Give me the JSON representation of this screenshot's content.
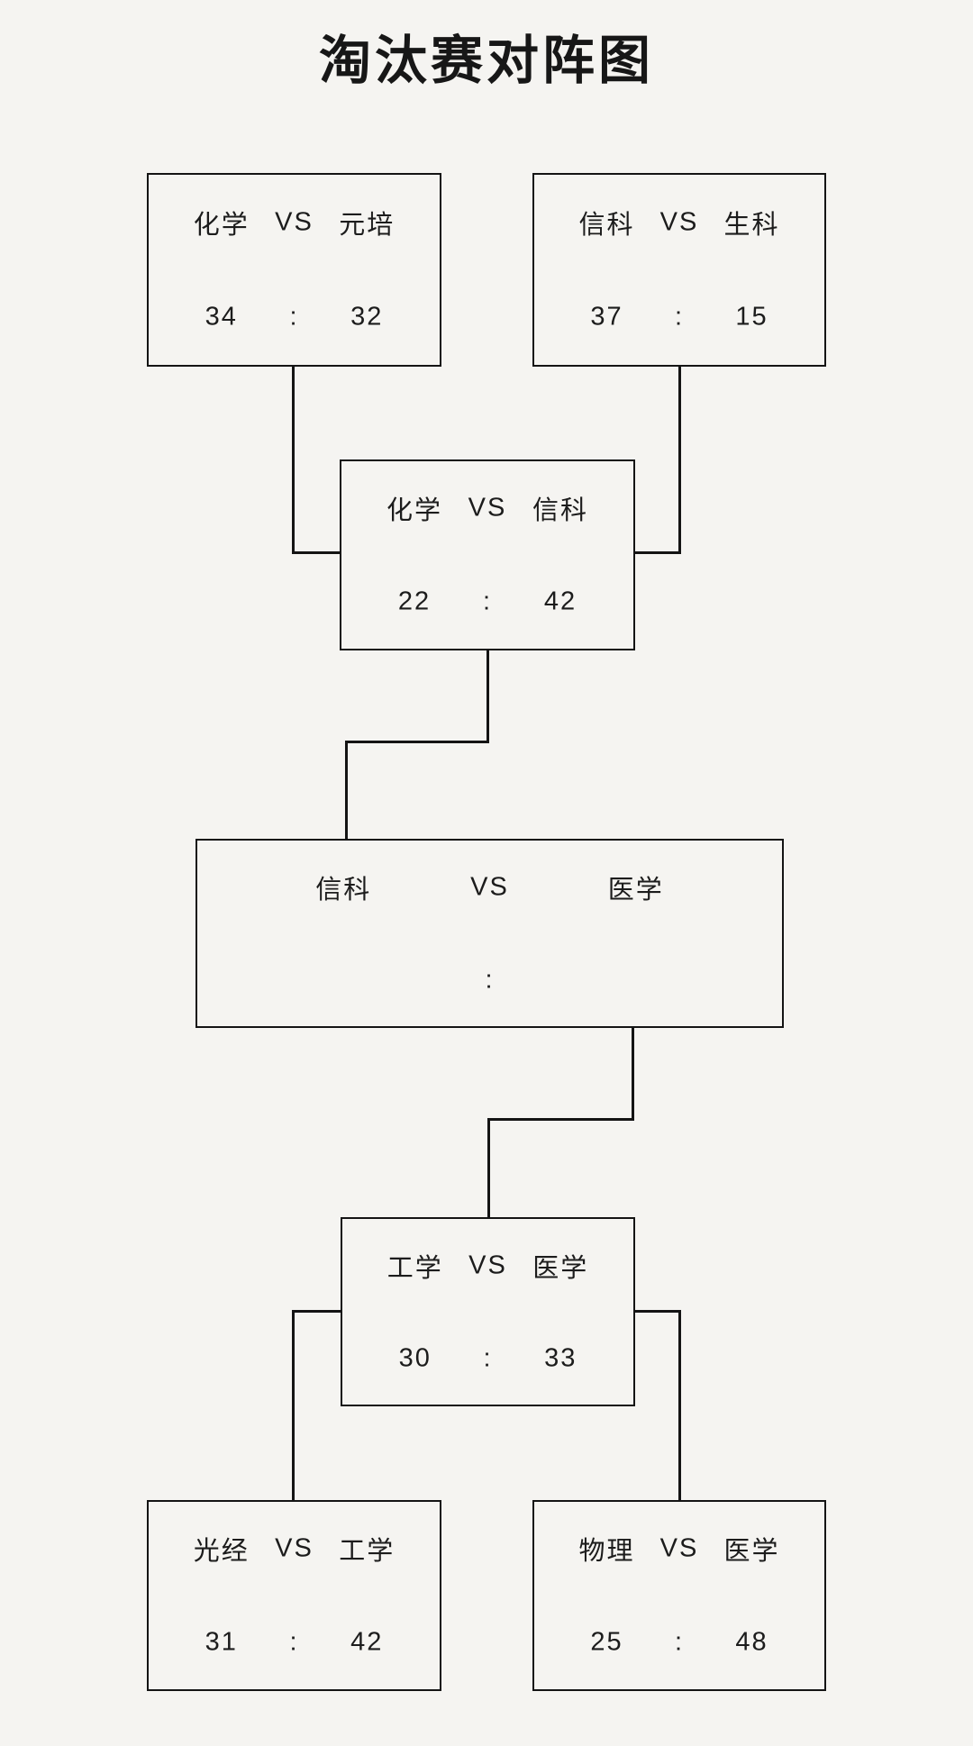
{
  "page": {
    "title": "淘汰赛对阵图",
    "background_color": "#f5f4f1",
    "line_color": "#141414",
    "text_color": "#1c1c1c"
  },
  "bracket": {
    "vs_label": "VS",
    "colon_label": ":",
    "matches": [
      {
        "round": "round1",
        "slot": "top-left",
        "team1": "化学",
        "team2": "元培",
        "score1": "34",
        "score2": "32"
      },
      {
        "round": "round1",
        "slot": "top-right",
        "team1": "信科",
        "team2": "生科",
        "score1": "37",
        "score2": "15"
      },
      {
        "round": "semifinal",
        "slot": "upper",
        "team1": "化学",
        "team2": "信科",
        "score1": "22",
        "score2": "42"
      },
      {
        "round": "final",
        "slot": "center",
        "team1": "信科",
        "team2": "医学",
        "score1": "",
        "score2": ""
      },
      {
        "round": "semifinal",
        "slot": "lower",
        "team1": "工学",
        "team2": "医学",
        "score1": "30",
        "score2": "33"
      },
      {
        "round": "round1",
        "slot": "bottom-left",
        "team1": "光经",
        "team2": "工学",
        "score1": "31",
        "score2": "42"
      },
      {
        "round": "round1",
        "slot": "bottom-right",
        "team1": "物理",
        "team2": "医学",
        "score1": "25",
        "score2": "48"
      }
    ]
  }
}
